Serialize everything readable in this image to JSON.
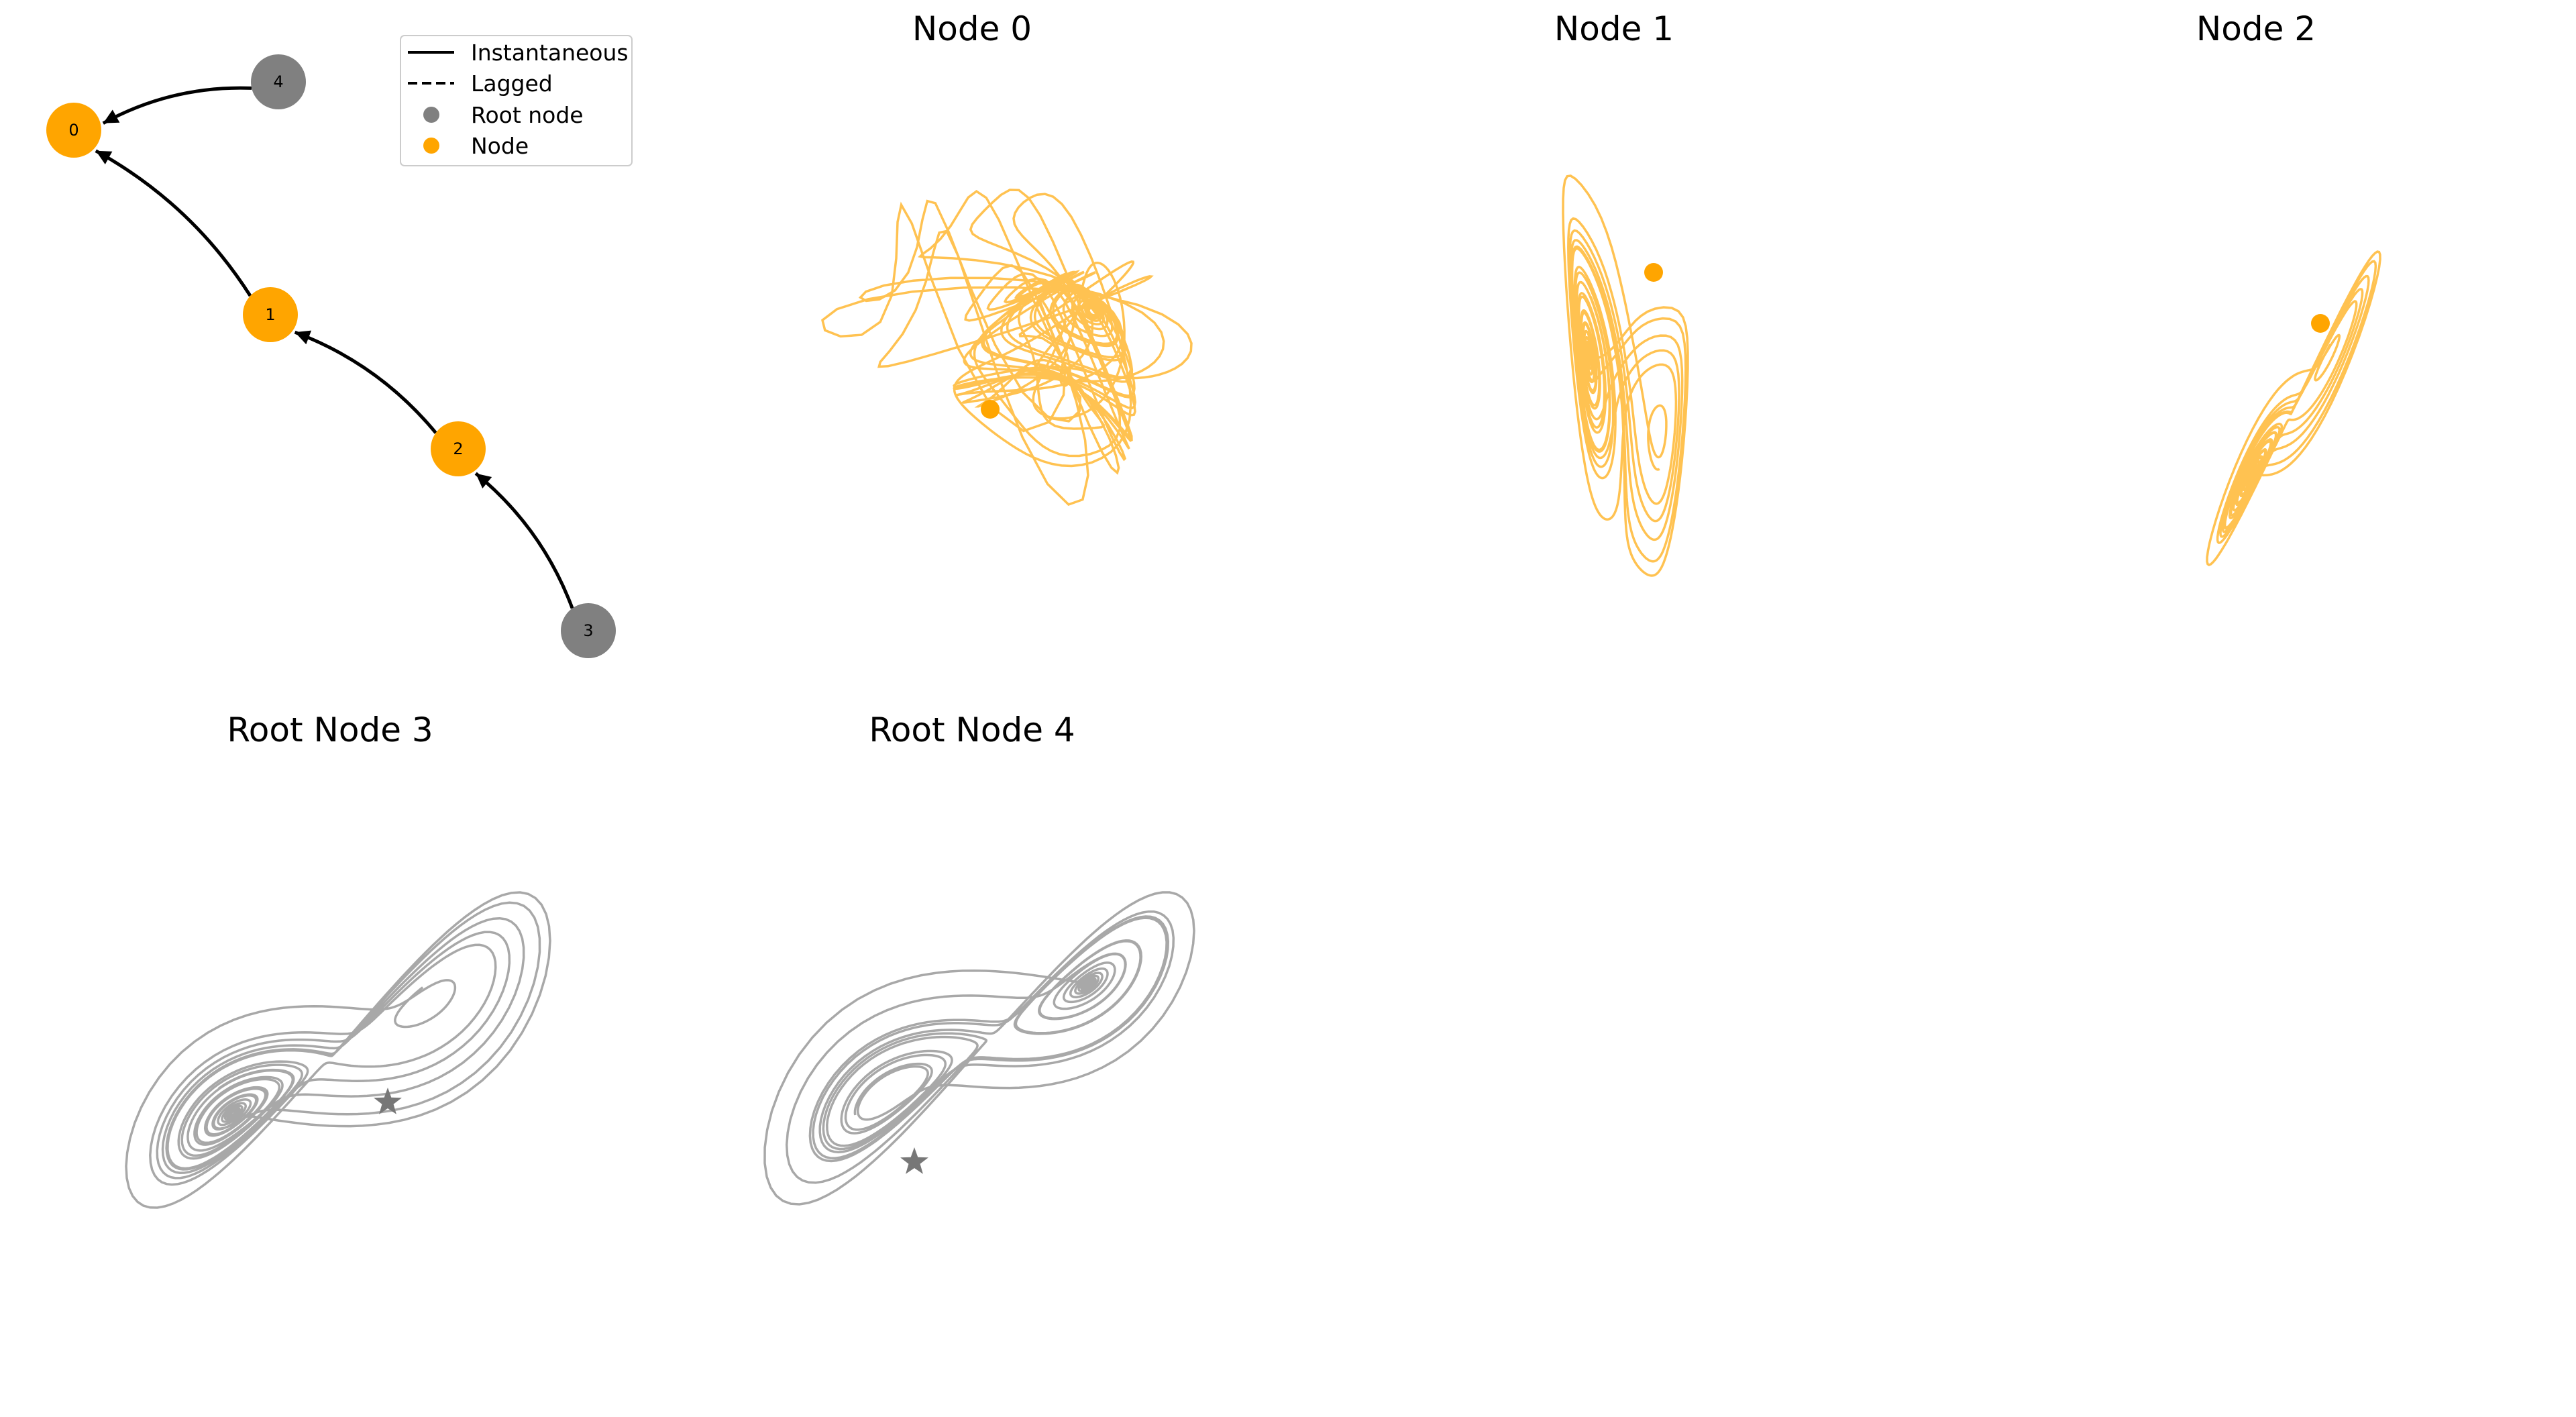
{
  "chart_data": {
    "type": "line",
    "colors": {
      "node": "#FFA500",
      "root": "#808080",
      "edge": "#000000",
      "trajectory_node": "#FFB733",
      "trajectory_root": "#999999"
    },
    "graph": {
      "nodes": [
        {
          "id": "0",
          "kind": "node"
        },
        {
          "id": "1",
          "kind": "node"
        },
        {
          "id": "2",
          "kind": "node"
        },
        {
          "id": "3",
          "kind": "root"
        },
        {
          "id": "4",
          "kind": "root"
        }
      ],
      "edges": [
        {
          "from": "4",
          "to": "0",
          "type": "instantaneous"
        },
        {
          "from": "1",
          "to": "0",
          "type": "instantaneous"
        },
        {
          "from": "2",
          "to": "1",
          "type": "instantaneous"
        },
        {
          "from": "3",
          "to": "2",
          "type": "instantaneous"
        }
      ],
      "legend": {
        "placement": "top-right",
        "entries": [
          "Instantaneous",
          "Lagged",
          "Root node",
          "Node"
        ]
      }
    },
    "panels": [
      {
        "title": "Node 0",
        "kind": "node"
      },
      {
        "title": "Node 1",
        "kind": "node"
      },
      {
        "title": "Node 2",
        "kind": "node"
      },
      {
        "title": "Root Node 3",
        "kind": "root"
      },
      {
        "title": "Root Node 4",
        "kind": "root"
      }
    ]
  }
}
